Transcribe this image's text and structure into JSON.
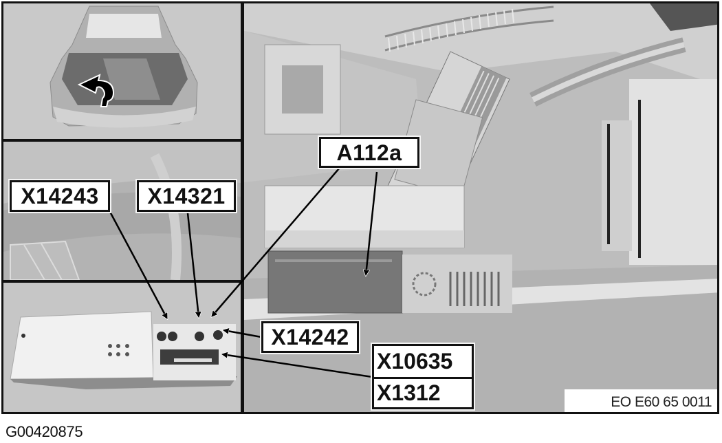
{
  "diagram": {
    "type": "component-location illustration",
    "insets": {
      "top_left": "vehicle rear view with open trunk and access arrow",
      "bottom_left": "control unit close-up with connectors"
    },
    "callouts": [
      {
        "id": "X14243",
        "points_to": "left connector pair on control unit"
      },
      {
        "id": "X14321",
        "points_to": "middle connector on control unit"
      },
      {
        "id": "A112a",
        "points_to": "control unit (main view and inset)"
      },
      {
        "id": "X14242",
        "points_to": "right connector on control unit"
      },
      {
        "id": "X10635",
        "points_to": "multi-pin connector strip"
      },
      {
        "id": "X1312",
        "points_to": "multi-pin connector strip"
      }
    ],
    "labels": {
      "x14243": "X14243",
      "x14321": "X14321",
      "a112a": "A112a",
      "x14242": "X14242",
      "x10635": "X10635",
      "x1312": "X1312"
    },
    "reference_code": "EO E60 65 0011",
    "figure_id": "G00420875"
  },
  "colors": {
    "border": "#111111",
    "label_bg": "#ffffff",
    "scene_gray": "#b9b9b9"
  }
}
